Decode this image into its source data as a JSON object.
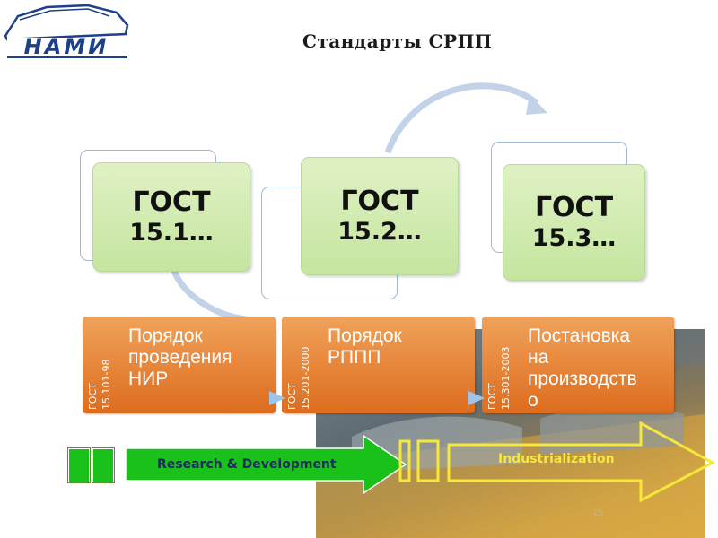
{
  "header": {
    "logo_text": "НАМИ",
    "title": "Стандарты   СРПП"
  },
  "gost_cards": [
    {
      "line1": "ГОСТ",
      "line2": "15.1…"
    },
    {
      "line1": "ГОСТ",
      "line2": "15.2…"
    },
    {
      "line1": "ГОСТ",
      "line2": "15.3…"
    }
  ],
  "standards": [
    {
      "code": "ГОСТ\n15.101-98",
      "description": "Порядок\nпроведения\nНИР"
    },
    {
      "code": "ГОСТ\n15.201-2000",
      "description": "Порядок\nРППП"
    },
    {
      "code": "ГОСТ\n15.301-2003",
      "description": "Постановка\nна\nпроизводств\nо"
    }
  ],
  "bottom_arrows": {
    "rd_label": "Research & Development",
    "industrialization_label": "Industrialization"
  },
  "page_number": "15",
  "colors": {
    "gost_card_green": "#c9e6a6",
    "standard_orange": "#e8782a",
    "rd_arrow_green": "#19c11a",
    "industrialization_yellow": "#f6e73a",
    "cycle_blue": "#9fb7d8"
  }
}
